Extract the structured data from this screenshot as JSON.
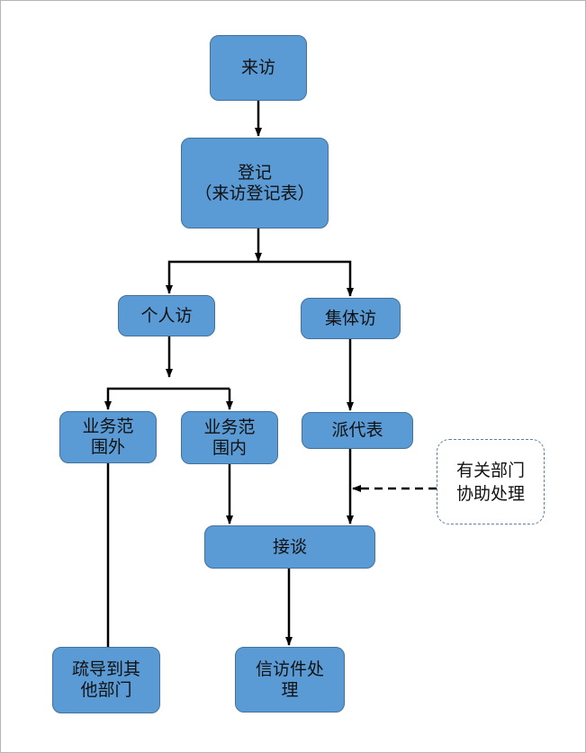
{
  "nodes": {
    "visit": "来访",
    "register_line1": "登记",
    "register_line2": "（来访登记表）",
    "individual": "个人访",
    "collective": "集体访",
    "out_scope_line1": "业务范",
    "out_scope_line2": "围外",
    "in_scope_line1": "业务范",
    "in_scope_line2": "围内",
    "delegate": "派代表",
    "assist_line1": "有关部门",
    "assist_line2": "协助处理",
    "talk": "接谈",
    "redirect_line1": "疏导到其",
    "redirect_line2": "他部门",
    "petition_line1": "信访件处",
    "petition_line2": "理"
  },
  "colors": {
    "node_fill": "#5b9bd5",
    "node_border": "#41719c",
    "connector": "#000000",
    "note_border": "#5b7fa8"
  }
}
